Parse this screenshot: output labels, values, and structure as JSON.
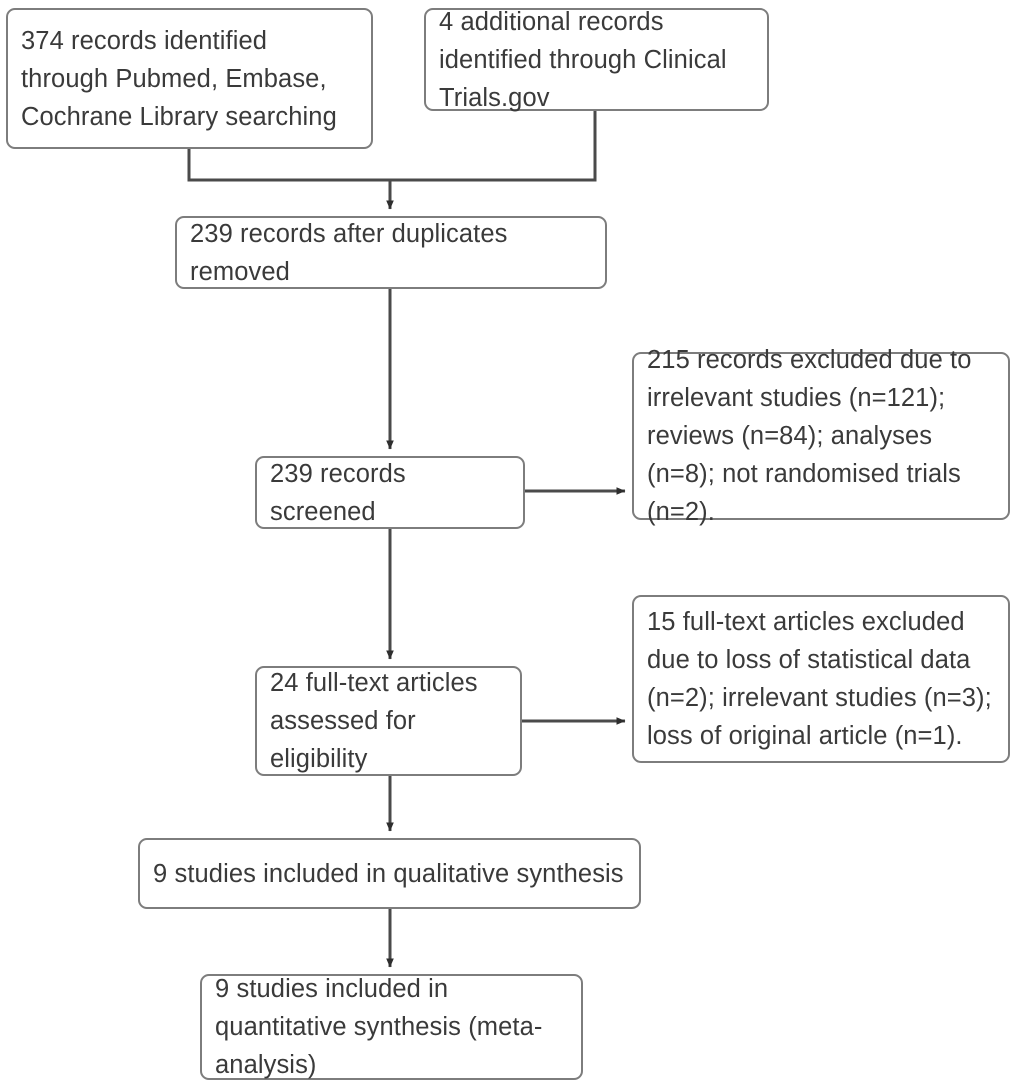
{
  "diagram": {
    "title": "PRISMA study selection flow diagram",
    "type": "flowchart",
    "colors": {
      "box_border": "#7d7d7d",
      "box_fill": "#ffffff",
      "text": "#3a3a3a",
      "connector": "#4a4a4a",
      "background": "#ffffff"
    },
    "nodes": [
      {
        "id": "identified-db",
        "stage": "identification",
        "text": "374 records identified through Pubmed, Embase, Cochrane Library searching",
        "count": 374
      },
      {
        "id": "identified-reg",
        "stage": "identification",
        "text": "4 additional records identified through Clinical Trials.gov",
        "count": 4
      },
      {
        "id": "dedup",
        "stage": "screening",
        "text": "239 records after duplicates removed",
        "count": 239
      },
      {
        "id": "screened",
        "stage": "screening",
        "text": "239 records screened",
        "count": 239
      },
      {
        "id": "excluded-screen",
        "stage": "screening",
        "text": "215 records excluded due to irrelevant studies (n=121); reviews (n=84); analyses (n=8); not randomised trials (n=2).",
        "count": 215,
        "reasons": [
          {
            "label": "irrelevant studies",
            "n": 121
          },
          {
            "label": "reviews",
            "n": 84
          },
          {
            "label": "analyses",
            "n": 8
          },
          {
            "label": "not randomised trials",
            "n": 2
          }
        ]
      },
      {
        "id": "fulltext",
        "stage": "eligibility",
        "text": "24 full-text articles assessed for eligibility",
        "count": 24
      },
      {
        "id": "excluded-fulltext",
        "stage": "eligibility",
        "text": "15 full-text articles excluded due to loss of statistical data (n=2); irrelevant studies (n=3); loss of original article (n=1).",
        "count": 15,
        "reasons": [
          {
            "label": "loss of statistical data",
            "n": 2
          },
          {
            "label": "irrelevant studies",
            "n": 3
          },
          {
            "label": "loss of original article",
            "n": 1
          }
        ]
      },
      {
        "id": "qualitative",
        "stage": "included",
        "text": "9 studies included in qualitative synthesis",
        "count": 9
      },
      {
        "id": "quantitative",
        "stage": "included",
        "text": "9 studies included in quantitative synthesis (meta-analysis)",
        "count": 9
      }
    ],
    "edges": [
      {
        "from": "identified-db",
        "to": "dedup",
        "kind": "merge-down"
      },
      {
        "from": "identified-reg",
        "to": "dedup",
        "kind": "merge-down"
      },
      {
        "from": "dedup",
        "to": "screened",
        "kind": "down"
      },
      {
        "from": "screened",
        "to": "excluded-screen",
        "kind": "right"
      },
      {
        "from": "screened",
        "to": "fulltext",
        "kind": "down"
      },
      {
        "from": "fulltext",
        "to": "excluded-fulltext",
        "kind": "right"
      },
      {
        "from": "fulltext",
        "to": "qualitative",
        "kind": "down"
      },
      {
        "from": "qualitative",
        "to": "quantitative",
        "kind": "down"
      }
    ]
  }
}
